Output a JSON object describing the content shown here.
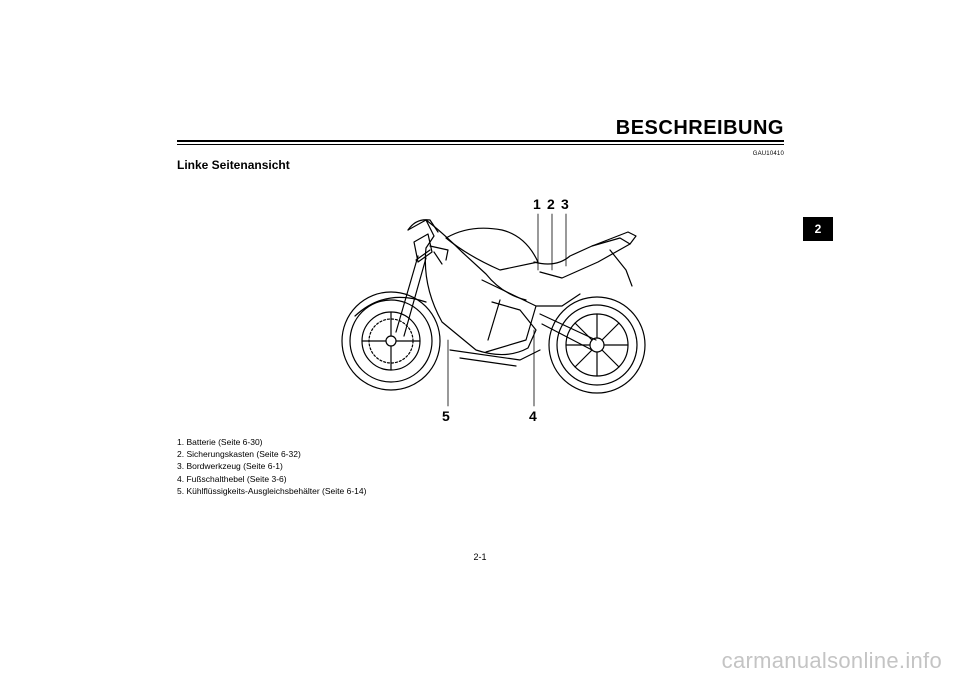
{
  "header": {
    "title": "BESCHREIBUNG",
    "code": "GAU10410"
  },
  "section": {
    "title": "Linke Seitenansicht"
  },
  "chapter_tab": "2",
  "callouts": {
    "c1": "1",
    "c2": "2",
    "c3": "3",
    "c4": "4",
    "c5": "5"
  },
  "legend": [
    "1. Batterie (Seite 6-30)",
    "2. Sicherungskasten (Seite 6-32)",
    "3. Bordwerkzeug (Seite 6-1)",
    "4. Fußschalthebel (Seite 3-6)",
    "5. Kühlflüssigkeits-Ausgleichsbehälter (Seite 6-14)"
  ],
  "footer": {
    "page": "2-1",
    "watermark": "carmanualsonline.info"
  }
}
